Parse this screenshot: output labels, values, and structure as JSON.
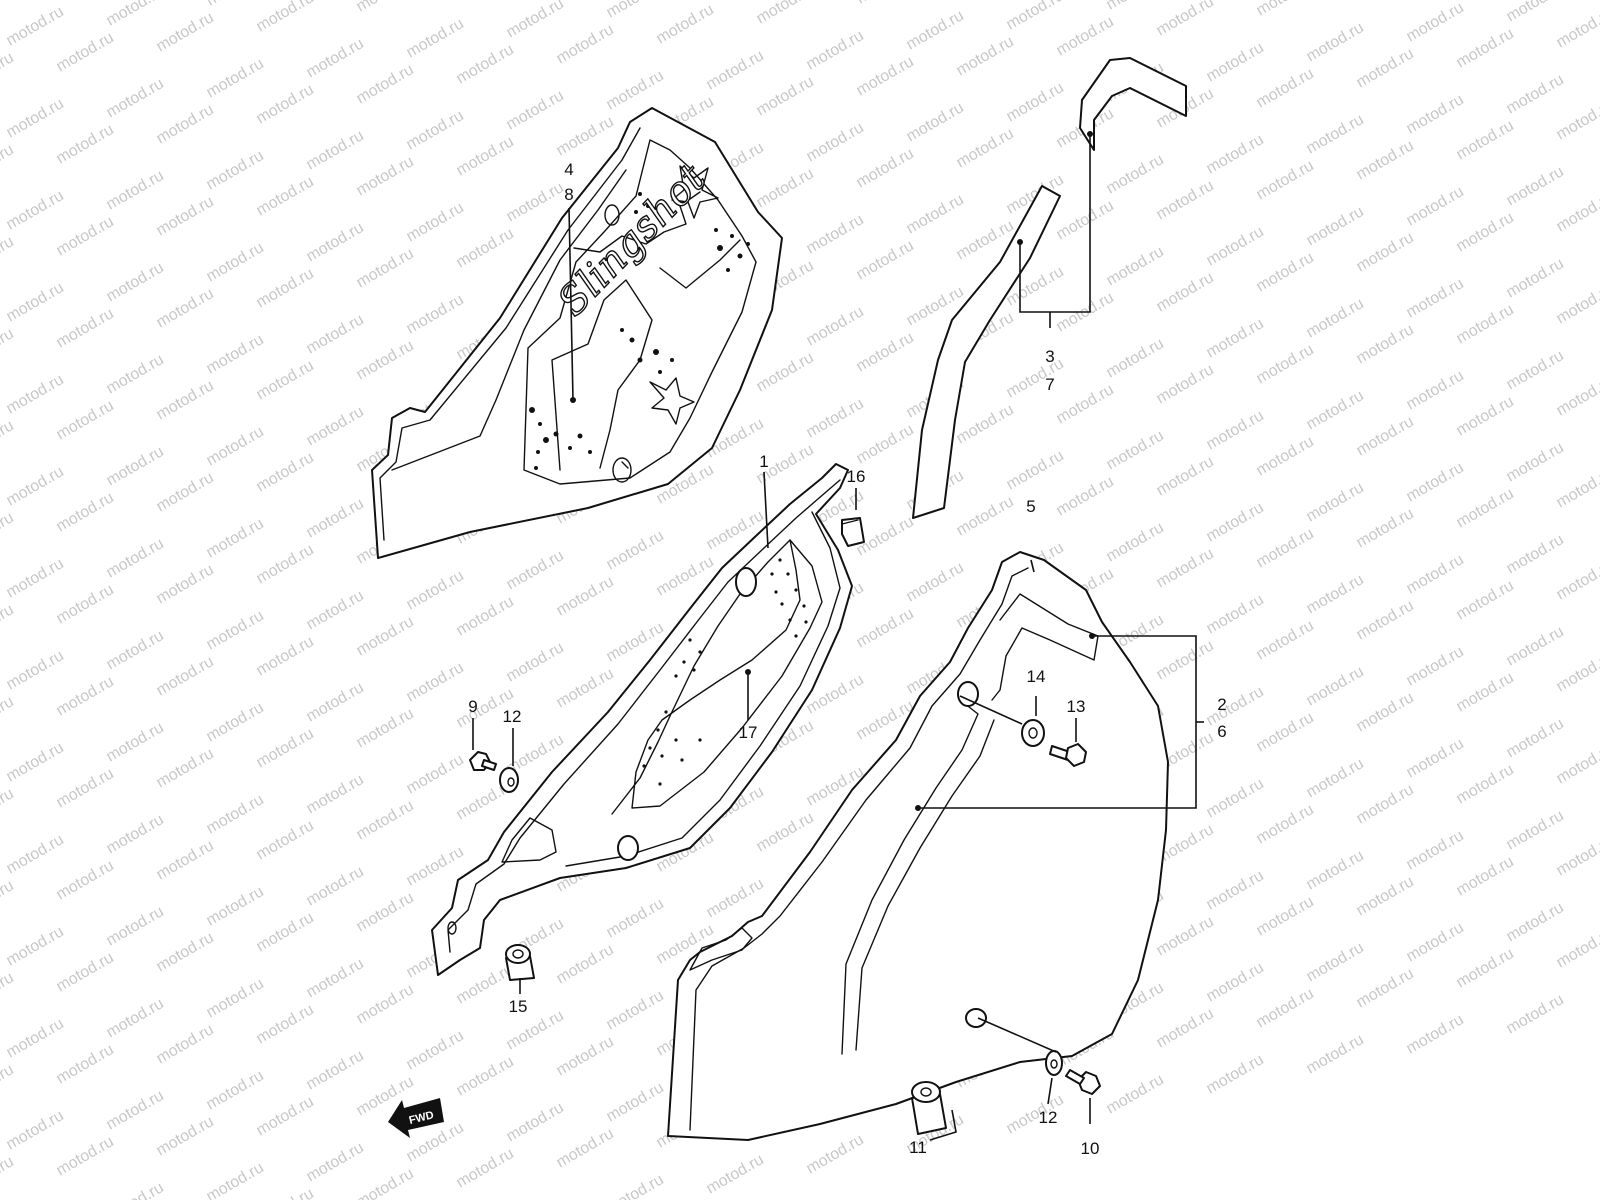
{
  "watermark": {
    "text": "motod.ru",
    "color": "#c8c8c8"
  },
  "fwd_arrow": {
    "label": "FWD"
  },
  "emblem_script": "Slingshot",
  "callouts": {
    "c1": "1",
    "c2": "2",
    "c3": "3",
    "c4": "4",
    "c5": "5",
    "c6": "6",
    "c7": "7",
    "c8": "8",
    "c9": "9",
    "c10": "10",
    "c11": "11",
    "c12a": "12",
    "c12b": "12",
    "c13": "13",
    "c14": "14",
    "c15": "15",
    "c16": "16",
    "c17": "17"
  }
}
